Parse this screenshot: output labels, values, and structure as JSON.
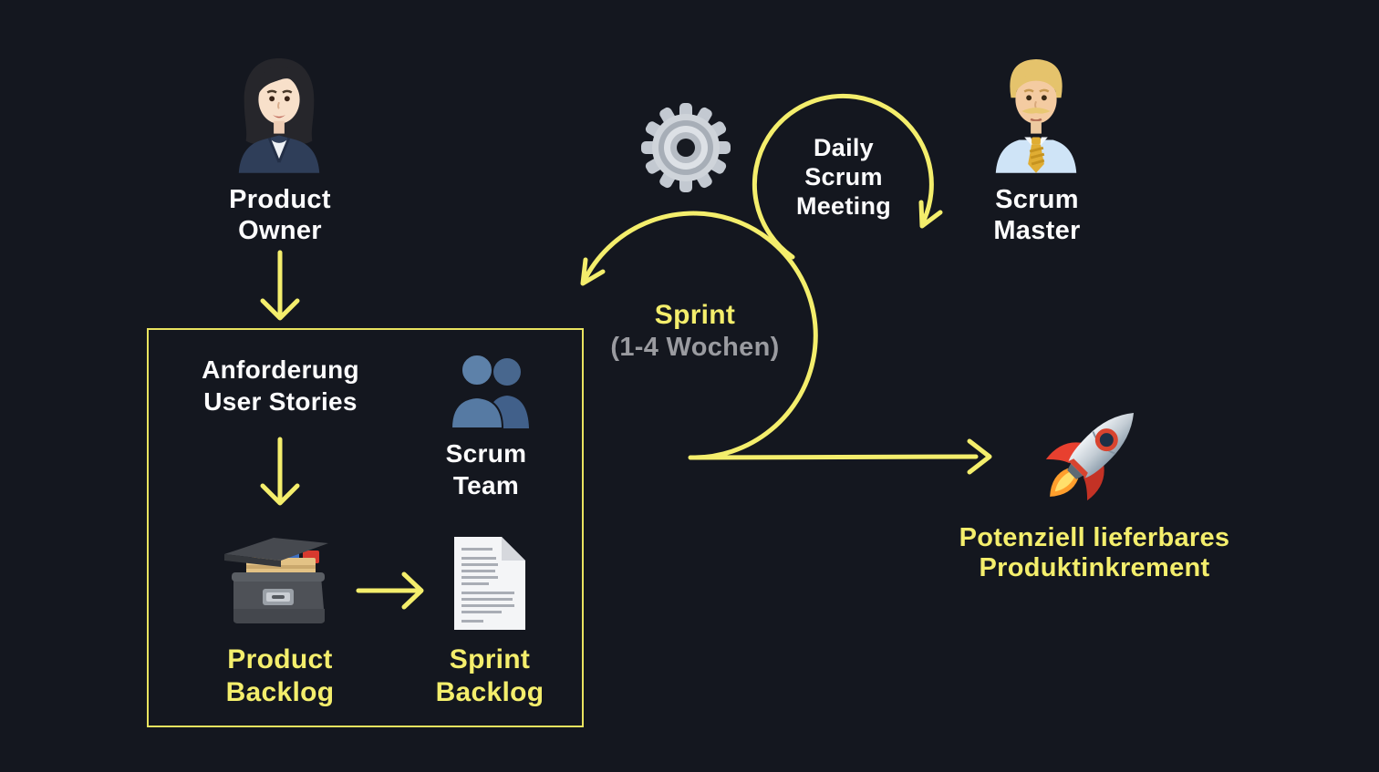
{
  "canvas": {
    "background": "#14171f",
    "accent_yellow": "#f4ee6c",
    "text_white": "#fcfcfd",
    "text_gray": "#9a9ba0",
    "box_border": "#e9e35f"
  },
  "nodes": {
    "product_owner": {
      "label": "Product\nOwner",
      "icon": "woman-office-worker"
    },
    "scrum_master": {
      "label": "Scrum\nMaster",
      "icon": "man-office-worker"
    },
    "daily_scrum": {
      "label": "Daily\nScrum\nMeeting",
      "icon": "gear"
    },
    "sprint": {
      "label": "Sprint",
      "duration": "(1-4 Wochen)"
    },
    "requirements": {
      "label": "Anforderung\nUser Stories"
    },
    "scrum_team": {
      "label": "Scrum\nTeam",
      "icon": "busts-in-silhouette"
    },
    "product_backlog": {
      "label": "Product\nBacklog",
      "icon": "card-file-box"
    },
    "sprint_backlog": {
      "label": "Sprint\nBacklog",
      "icon": "page-facing-up"
    },
    "product_increment": {
      "label": "Potenziell lieferbares\nProduktinkrement",
      "icon": "rocket"
    }
  },
  "edges": [
    {
      "from": "product-owner",
      "to": "planning-box",
      "style": "straight-down-arrow"
    },
    {
      "from": "requirements",
      "to": "product-backlog",
      "style": "straight-down-arrow"
    },
    {
      "from": "product-backlog",
      "to": "sprint-backlog",
      "style": "straight-right-arrow"
    },
    {
      "from": "planning-box",
      "to": "sprint-loop",
      "style": "large-circular-arrow"
    },
    {
      "from": "sprint-loop",
      "to": "daily-scrum-loop",
      "style": "small-circular-arrow"
    },
    {
      "from": "sprint-loop",
      "to": "product-increment",
      "style": "straight-right-arrow"
    }
  ]
}
